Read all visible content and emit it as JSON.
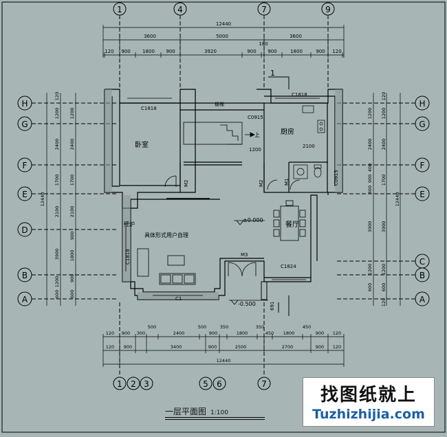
{
  "title": "一层平面图",
  "scale": "1:100",
  "watermark": {
    "text_top": "找图纸就上",
    "text_bottom": "Tuzhizhijia.com"
  },
  "axes_top": [
    "1",
    "4",
    "7",
    "9"
  ],
  "axes_bottom": [
    "1",
    "2",
    "3",
    "5",
    "6",
    "7"
  ],
  "axes_rows": [
    "H",
    "G",
    "F",
    "E",
    "D",
    "C",
    "B",
    "A"
  ],
  "dims_top": {
    "total": "12440",
    "row2": [
      "3600",
      "5000",
      "3600"
    ],
    "row3": [
      "120",
      "900",
      "1800",
      "900",
      "3920",
      "900",
      "180",
      "900",
      "1800",
      "900",
      "120"
    ],
    "row3_small": "180"
  },
  "dims_bottom": {
    "row1": [
      "120",
      "900",
      "300",
      "500",
      "2400",
      "500",
      "900",
      "350",
      "1800",
      "350",
      "450",
      "1800",
      "450",
      "900",
      "120"
    ],
    "row2": [
      "900",
      "3400",
      "900",
      "2500",
      "2700",
      "900"
    ],
    "row2_end": [
      "120",
      "120"
    ],
    "total": "12440"
  },
  "dims_left": {
    "outer": [
      "120",
      "1200",
      "2400",
      "1700",
      "2100",
      "3900",
      "1200",
      "600",
      "120"
    ],
    "inner": [
      "1200",
      "2400",
      "1700",
      "2100",
      "900",
      "1800",
      "900",
      "600"
    ],
    "total": "12440"
  },
  "dims_right": {
    "outer": [
      "120",
      "1200",
      "2400",
      "1700",
      "3900",
      "1200",
      "600",
      "120"
    ],
    "inner": [
      "1200",
      "2400",
      "400",
      "900",
      "400",
      "2100",
      "3900",
      "1200",
      "600"
    ],
    "total": "12440"
  },
  "labels": {
    "bedroom": "卧室",
    "kitchen": "厨房",
    "dining": "餐厅",
    "fireplace": "壁炉",
    "note": "具体形式用户自理",
    "up": "上",
    "level_main": "±0.000",
    "level_outside": "-0.500",
    "section": "1",
    "window_c1818_top": "C1818",
    "window_c1818_kitchen": "C1818",
    "window_c1818_left": "C1818",
    "window_c1824": "C1824",
    "window_c1": "C1",
    "window_c0915_top": "C0915",
    "window_c0915_right": "C0915",
    "door_m1": "M1",
    "door_m2_a": "M2",
    "door_m2_b": "M2",
    "door_m3": "M3",
    "dim_1200": "1200",
    "dim_2100": "2100",
    "dim_691": "691",
    "dim_1_small": "1",
    "stair_label": "楼梯"
  }
}
